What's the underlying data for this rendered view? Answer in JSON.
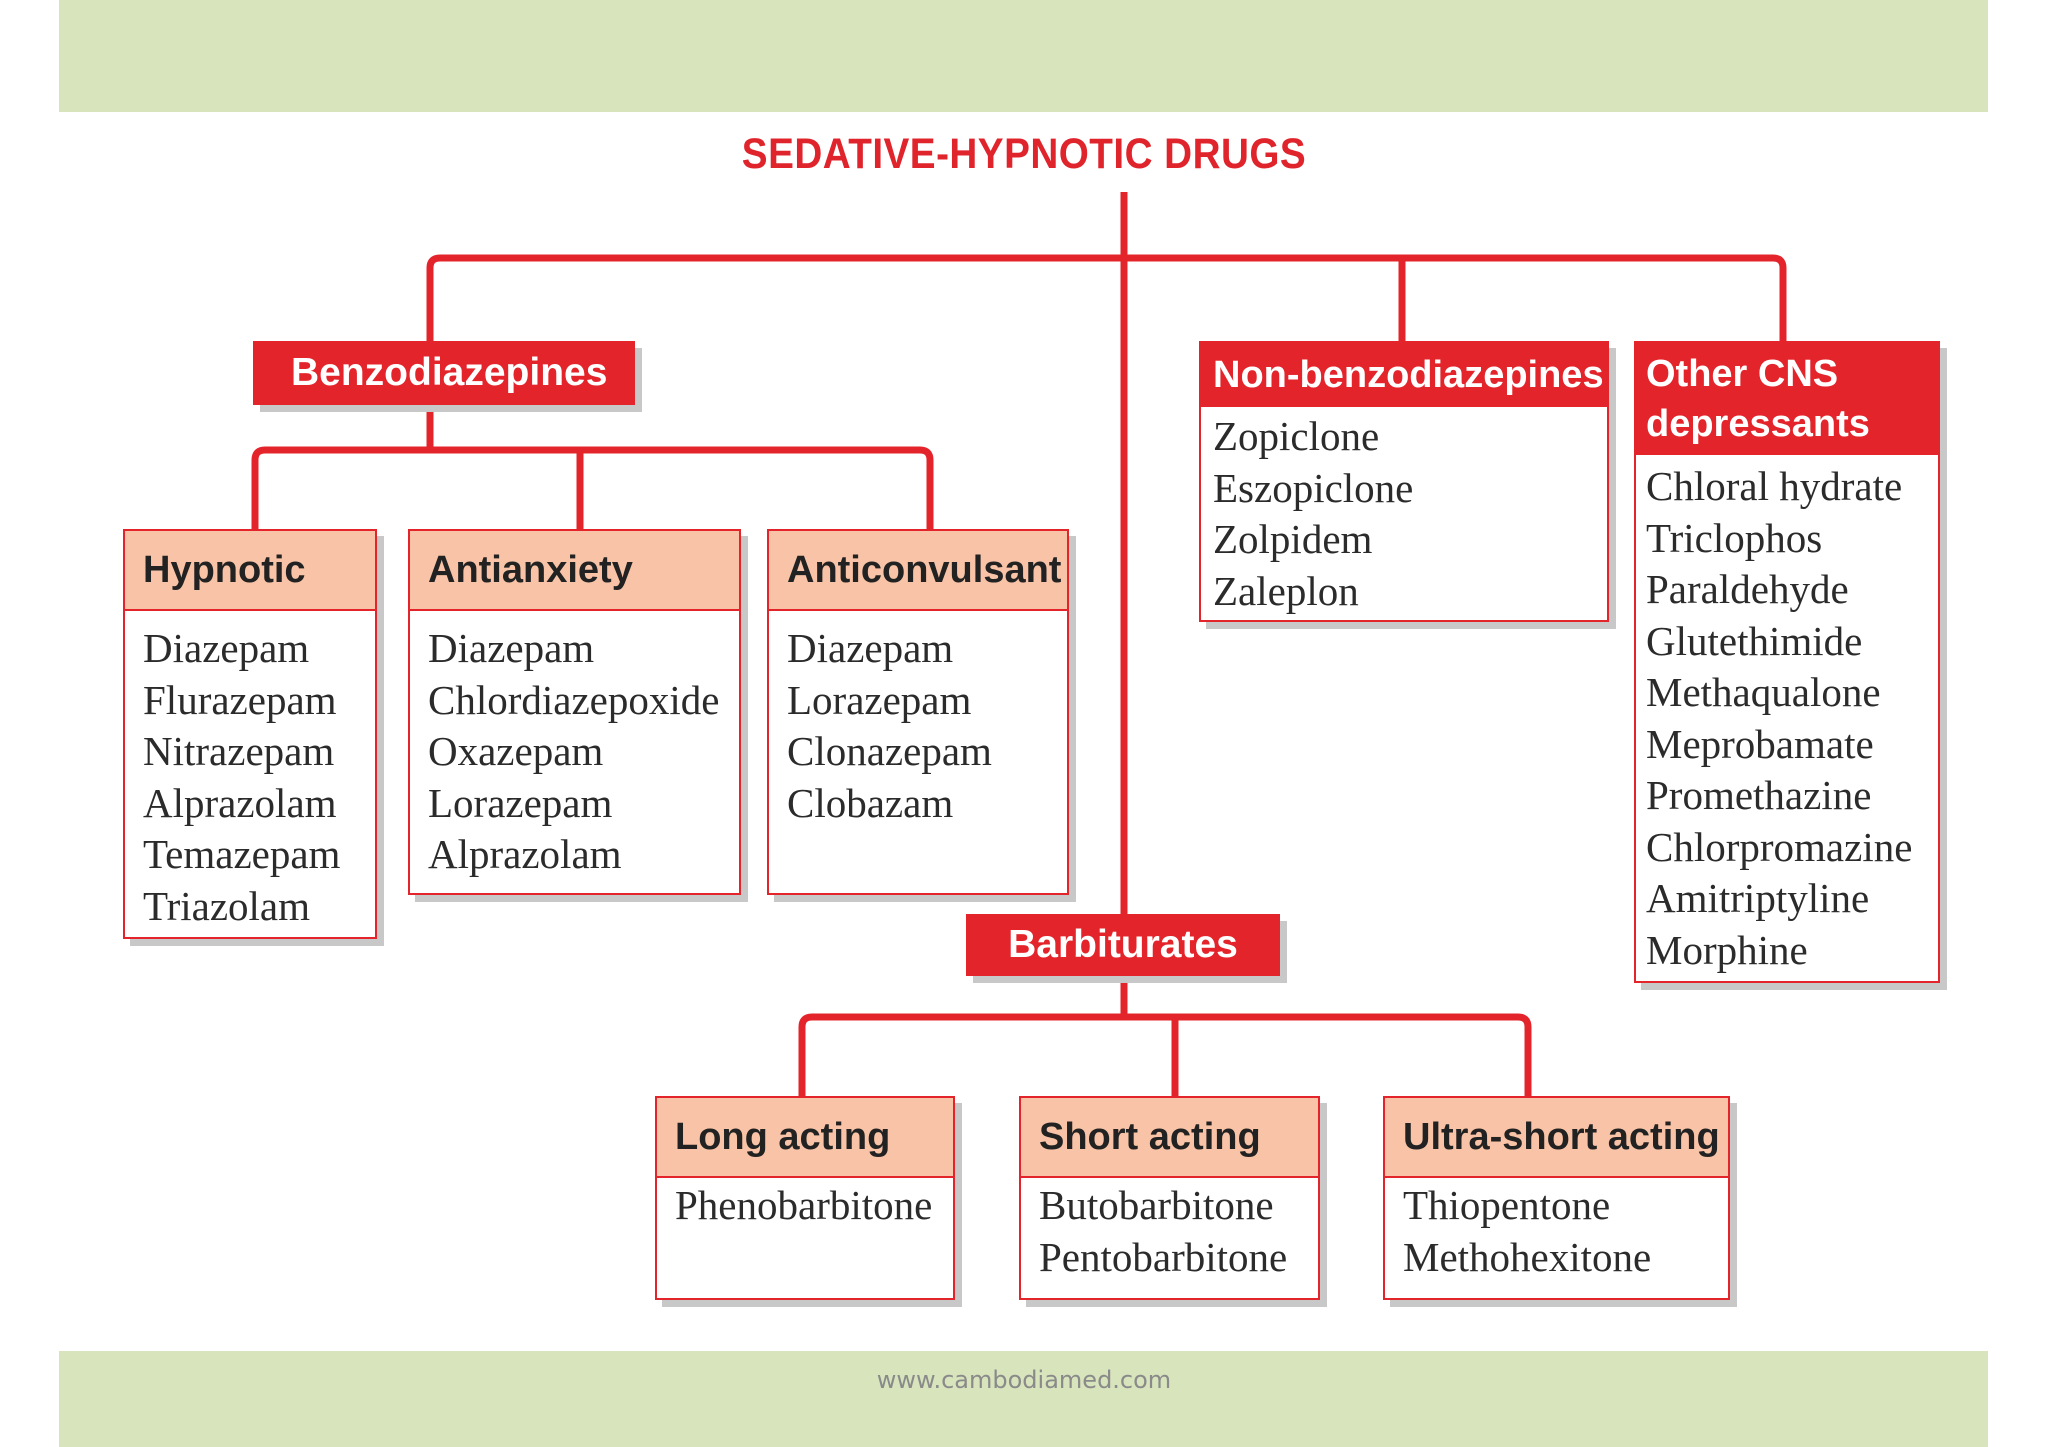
{
  "title": "SEDATIVE-HYPNOTIC DRUGS",
  "footer": "www.cambodiamed.com",
  "benzodiazepines": {
    "label": "Benzodiazepines",
    "hypnotic": {
      "label": "Hypnotic",
      "items": [
        "Diazepam",
        "Flurazepam",
        "Nitrazepam",
        "Alprazolam",
        "Temazepam",
        "Triazolam"
      ]
    },
    "antianxiety": {
      "label": "Antianxiety",
      "items": [
        "Diazepam",
        "Chlordiazepoxide",
        "Oxazepam",
        "Lorazepam",
        "Alprazolam"
      ]
    },
    "anticonvulsant": {
      "label": "Anticonvulsant",
      "items": [
        "Diazepam",
        "Lorazepam",
        "Clonazepam",
        "Clobazam"
      ]
    }
  },
  "non_benzodiazepines": {
    "label": "Non-benzodiazepines",
    "items": [
      "Zopiclone",
      "Eszopiclone",
      "Zolpidem",
      "Zaleplon"
    ]
  },
  "other_cns": {
    "label_line1": "Other CNS",
    "label_line2": "depressants",
    "items": [
      "Chloral hydrate",
      "Triclophos",
      "Paraldehyde",
      "Glutethimide",
      "Methaqualone",
      "Meprobamate",
      "Promethazine",
      "Chlorpromazine",
      "Amitriptyline",
      "Morphine"
    ]
  },
  "barbiturates": {
    "label": "Barbiturates",
    "long": {
      "label": "Long acting",
      "items": [
        "Phenobarbitone"
      ]
    },
    "short": {
      "label": "Short acting",
      "items": [
        "Butobarbitone",
        "Pentobarbitone"
      ]
    },
    "ultra": {
      "label": "Ultra-short acting",
      "items": [
        "Thiopentone",
        "Methohexitone"
      ]
    }
  },
  "colors": {
    "red": "#e3242b",
    "header_fill": "#f8c3a6",
    "band": "#d7e4bc"
  }
}
